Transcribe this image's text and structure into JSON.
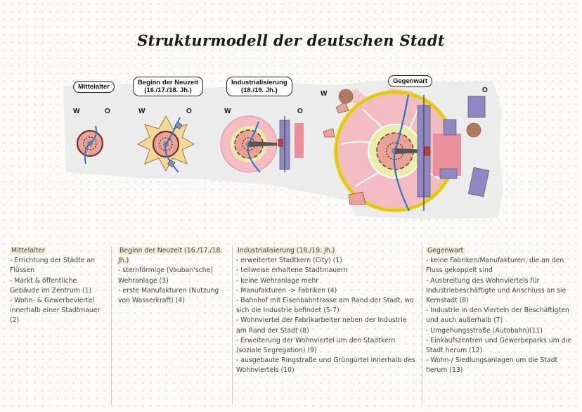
{
  "title": "Strukturmodell der deutschen Stadt",
  "figure": {
    "stages": [
      {
        "label_lines": [
          "Mittelalter"
        ]
      },
      {
        "label_lines": [
          "Beginn der Neuzeit",
          "(16./17./18. Jh.)"
        ]
      },
      {
        "label_lines": [
          "Industrialisierung",
          "(18./19. Jh.)"
        ]
      },
      {
        "label_lines": [
          "Gegenwart"
        ]
      }
    ],
    "compass": {
      "west": "W",
      "east": "O"
    },
    "colors": {
      "paper": "#fbfaf7",
      "map_backdrop": "#ececec",
      "city_core": "#e8a296",
      "wall": "#7a2e2c",
      "residential": "#f2bcc2",
      "green_belt": "#e9edaa",
      "ring_road": "#e8d22a",
      "river": "#2a77c8",
      "industry": "#8e87c4",
      "highlight": "#f0eed6"
    }
  },
  "columns": [
    {
      "heading": "Mittelalter",
      "items": [
        "- Errichtung der Städte an Flüssen",
        "- Markt & öffentliche Gebäude im Zentrum (1)",
        "- Wohn- & Gewerbeviertel innerhalb einer Stadtmauer (2)"
      ]
    },
    {
      "heading": "Beginn der Neuzeit (16./17./18. Jh.)",
      "items": [
        "- sternförmige (Vauban'sche) Wehranlage (3)",
        "- erste Manufakturen (Nutzung von Wasserkraft) (4)"
      ]
    },
    {
      "heading": "Industrialisierung (18./19. Jh.)",
      "items": [
        "- erweiterter Stadtkern (City) (1)",
        "- teilweise erhaltene Stadtmauern",
        "- keine Wehranlage mehr",
        "- Manufakturen -> Fabriken (4)",
        "- Bahnhof mit Eisenbahntrasse am Rand der Stadt, wo sich die Industrie befindet (5-7)",
        "- Wohnviertel der Fabrikarbeiter neben der Industrie am Rand der Stadt (8)",
        " - Erweiterung der Wohnviertel um den Stadtkern (soziale Segregation) (9)",
        "- ausgebaute Ringstraße und Grüngürtel innerhalb des Wohnviertels (10)"
      ]
    },
    {
      "heading": "Gegenwart",
      "items": [
        "- keine Fabriken/Manufakturen, die an den Fluss gekoppelt sind",
        "- Ausbreitung des Wohnviertels für Industriebeschäftigte und Anschluss an sie Kernstadt (8)",
        "- Industrie in den Vierteln der Beschäftigten und auch außerhalb (7)",
        "- Umgehungsstraße (Autobahn)(11)",
        "- Einkaufszentren und Gewerbeparks um die Stadt herum (12)",
        "- Wohn-/ Siedlungsanlagen um die Stadt herum (13)"
      ]
    }
  ]
}
